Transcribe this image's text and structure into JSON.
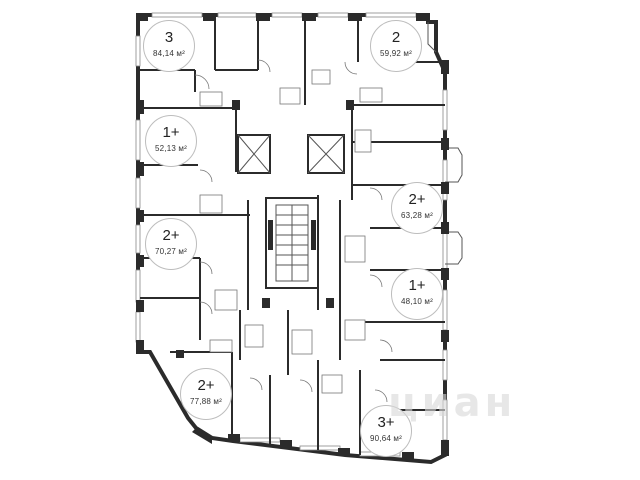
{
  "apartments": [
    {
      "id": "apt-3-top-left",
      "rooms": "3",
      "area": "84,14 м²"
    },
    {
      "id": "apt-2-top-right",
      "rooms": "2",
      "area": "59,92 м²"
    },
    {
      "id": "apt-1plus-left",
      "rooms": "1+",
      "area": "52,13 м²"
    },
    {
      "id": "apt-2plus-right-upper",
      "rooms": "2+",
      "area": "63,28 м²"
    },
    {
      "id": "apt-2plus-left",
      "rooms": "2+",
      "area": "70,27 м²"
    },
    {
      "id": "apt-1plus-right",
      "rooms": "1+",
      "area": "48,10 м²"
    },
    {
      "id": "apt-2plus-bottom-left",
      "rooms": "2+",
      "area": "77,88 м²"
    },
    {
      "id": "apt-3plus-bottom-right",
      "rooms": "3+",
      "area": "90,64 м²"
    }
  ],
  "watermark": "циан"
}
